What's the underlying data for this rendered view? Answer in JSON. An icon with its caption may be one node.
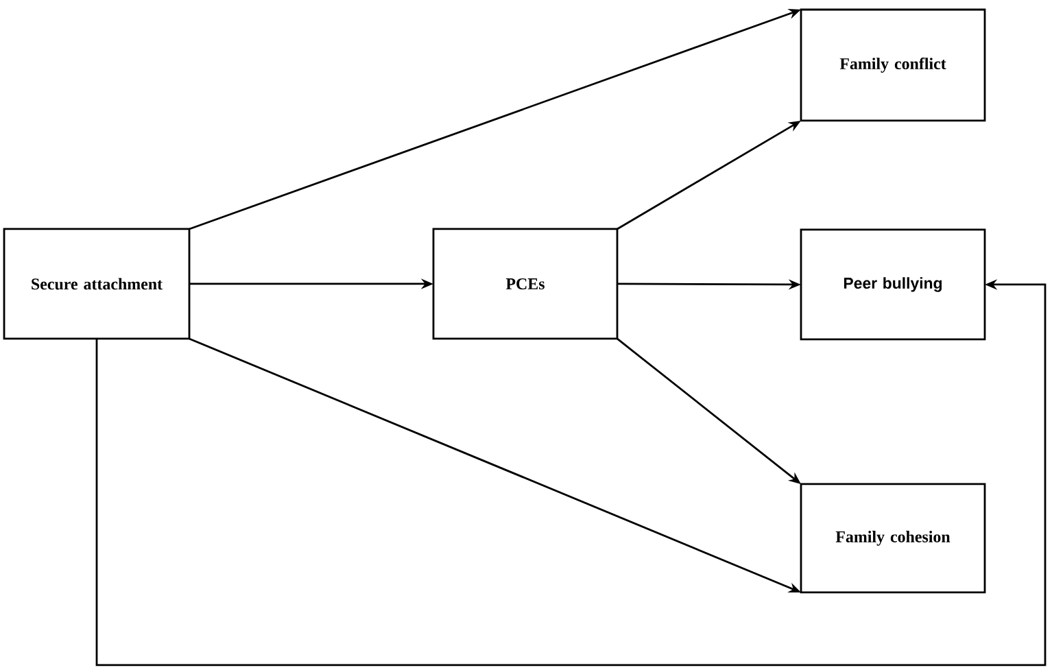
{
  "diagram": {
    "nodes": [
      {
        "text": [
          "Secure attachment"
        ]
      },
      {
        "text": [
          "PCEs"
        ]
      },
      {
        "text": [
          "Family conflict"
        ]
      },
      {
        "text": [
          "Peer bullying"
        ]
      },
      {
        "text": [
          "Family cohesion"
        ]
      }
    ],
    "edges": [
      {
        "from": 0,
        "to": 2,
        "arrow": "to"
      },
      {
        "from": 0,
        "to": 1,
        "arrow": "to"
      },
      {
        "from": 0,
        "to": 4,
        "arrow": "to"
      },
      {
        "from": 0,
        "to": 3,
        "arrow": "to"
      },
      {
        "from": 1,
        "to": 2,
        "arrow": "to"
      },
      {
        "from": 1,
        "to": 3,
        "arrow": "to"
      },
      {
        "from": 1,
        "to": 4,
        "arrow": "to"
      }
    ]
  }
}
